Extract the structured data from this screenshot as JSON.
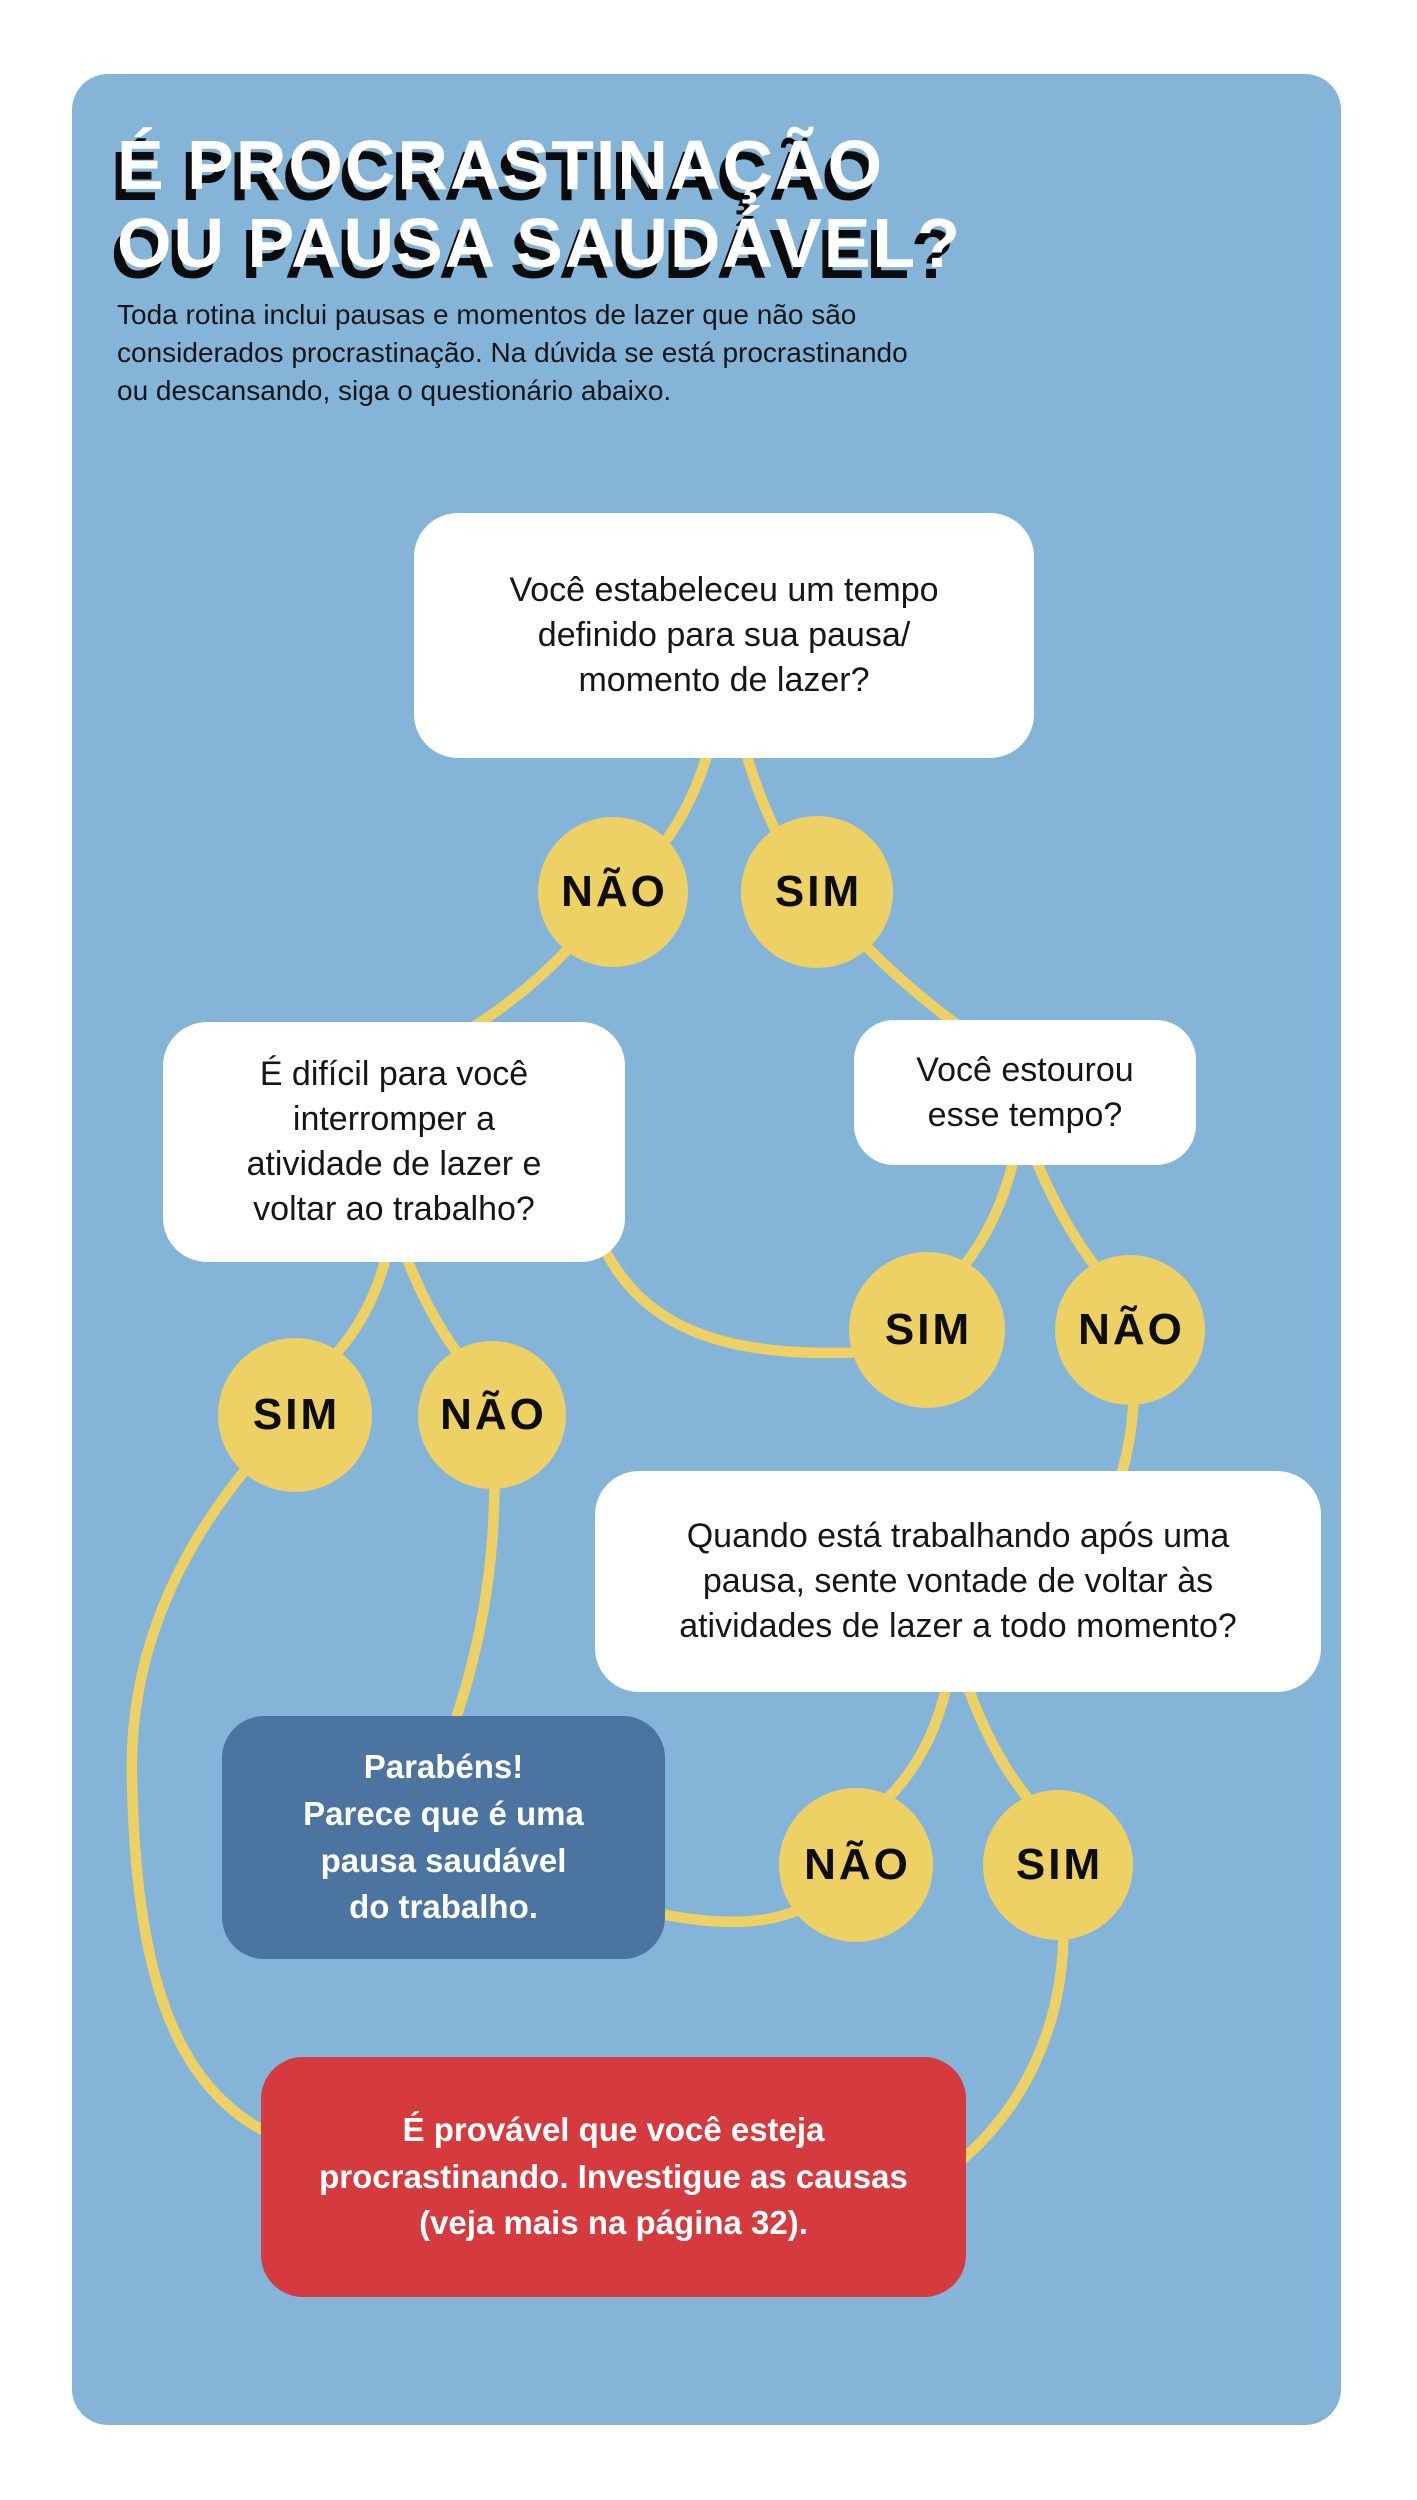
{
  "colors": {
    "page-bg": "#ffffff",
    "panel-bg": "#84B5D9",
    "node-bg": "#ffffff",
    "accent-yellow": "#EDD164",
    "result-blue": "#4B74A1",
    "result-red": "#D43A3E",
    "text-dark": "#161616",
    "text-light": "#ffffff",
    "title-shadow": "#0B0B0B"
  },
  "header": {
    "title": "É PROCRASTINAÇÃO\nOU PAUSA SAUDÁVEL?",
    "intro": "Toda rotina inclui pausas e momentos de lazer que não são\nconsiderados procrastinação. Na dúvida se está procrastinando\nou descansando, siga o questionário abaixo."
  },
  "flow": {
    "q1": {
      "text": "Você estabeleceu um tempo\ndefinido para sua pausa/\nmomento de lazer?"
    },
    "q1_no": {
      "label": "NÃO"
    },
    "q1_yes": {
      "label": "SIM"
    },
    "q2_left": {
      "text": "É difícil para você\ninterromper a\natividade de lazer e\nvoltar ao trabalho?"
    },
    "q2_right": {
      "text": "Você estourou\nesse tempo?"
    },
    "q2_right_yes": {
      "label": "SIM"
    },
    "q2_right_no": {
      "label": "NÃO"
    },
    "q2_left_yes": {
      "label": "SIM"
    },
    "q2_left_no": {
      "label": "NÃO"
    },
    "q3": {
      "text": "Quando está trabalhando após uma\npausa, sente vontade de voltar às\natividades de lazer a todo momento?"
    },
    "q3_no": {
      "label": "NÃO"
    },
    "q3_yes": {
      "label": "SIM"
    },
    "result_healthy": {
      "text": "Parabéns!\nParece que é uma\npausa saudável\ndo trabalho."
    },
    "result_procrastinating": {
      "text": "É provável que você esteja\nprocrastinando. Investigue as causas\n(veja mais na página 32)."
    }
  }
}
